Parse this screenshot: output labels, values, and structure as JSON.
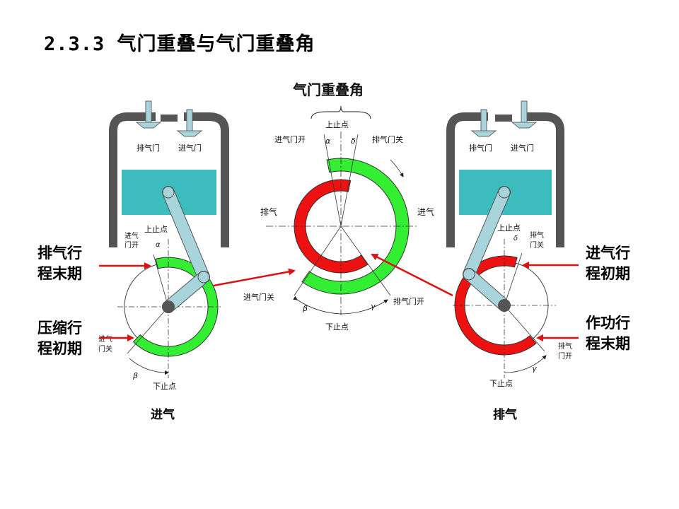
{
  "title": "2.3.3  气门重叠与气门重叠角",
  "left_side": {
    "label_top_1": "排气行",
    "label_top_2": "程末期",
    "label_bottom_1": "压缩行",
    "label_bottom_2": "程初期",
    "caption": "进气"
  },
  "right_side": {
    "label_top_1": "进气行",
    "label_top_2": "程初期",
    "label_bottom_1": "作功行",
    "label_bottom_2": "程末期",
    "caption": "排气"
  },
  "diagram": {
    "overlap_angle_title": "气门重叠角",
    "tdc": "上止点",
    "bdc": "下止点",
    "exhaust_valve": "排气门",
    "intake_valve": "进气门",
    "intake_valve_open": "进气门开",
    "exhaust_valve_close": "排气门关",
    "intake_valve_close": "进气门关",
    "exhaust_valve_open": "排气门开",
    "exhaust": "排气",
    "intake": "进气",
    "intake_open_a": "进气",
    "intake_open_b": "门开",
    "intake_close_a": "进气",
    "intake_close_b": "门关",
    "exhaust_close_a": "排气",
    "exhaust_close_b": "门关",
    "exhaust_open_a": "排气",
    "exhaust_open_b": "门开",
    "alpha": "α",
    "beta": "β",
    "gamma": "γ",
    "delta": "δ"
  },
  "colors": {
    "intake_arc": "#33ee33",
    "exhaust_arc": "#ee1111",
    "cylinder_fluid": "#3cbcbc",
    "cylinder_wall": "#555555",
    "connecting_rod": "#a8d4dc",
    "arrow": "#dd1111"
  }
}
